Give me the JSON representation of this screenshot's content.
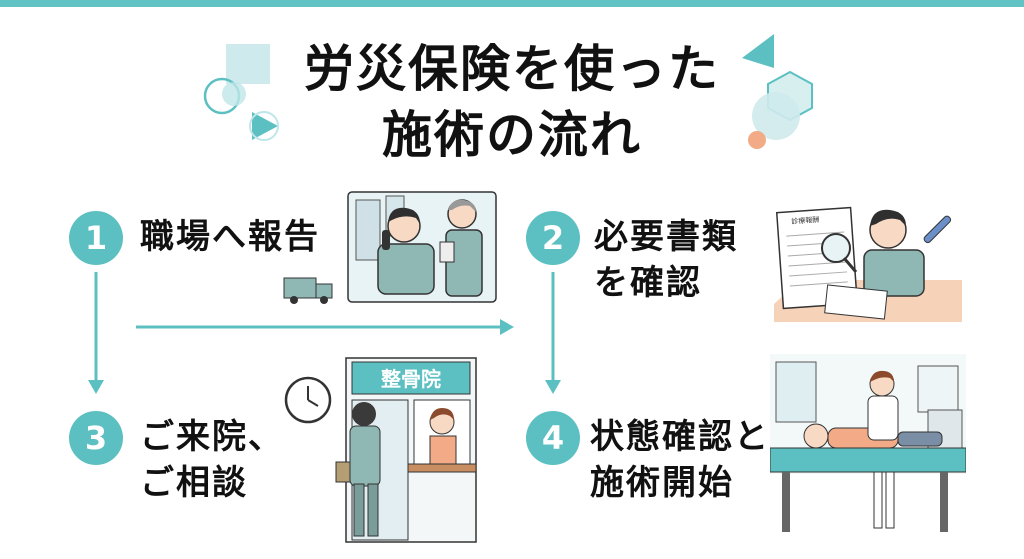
{
  "title": {
    "line1": "労災保険を使った",
    "line2": "施術の流れ"
  },
  "steps": [
    {
      "number": "1",
      "line1": "職場へ報告",
      "line2": ""
    },
    {
      "number": "2",
      "line1": "必要書類",
      "line2": "を確認"
    },
    {
      "number": "3",
      "line1": "ご来院、",
      "line2": "ご相談"
    },
    {
      "number": "4",
      "line1": "状態確認と",
      "line2": "施術開始"
    }
  ],
  "illustrations": {
    "clinic_sign": "整骨院",
    "document_header": "診療報酬"
  },
  "colors": {
    "accent": "#5cc0c2",
    "accent_light": "#bfe6e8",
    "peach": "#f2ab86",
    "work_uniform": "#8fb8b5",
    "text": "#111111"
  }
}
